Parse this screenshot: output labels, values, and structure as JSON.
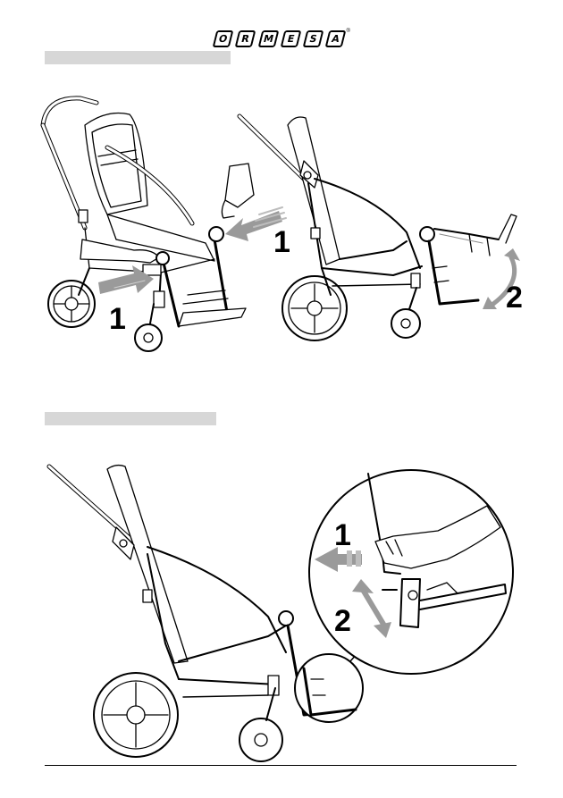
{
  "brand": {
    "letters": [
      "O",
      "R",
      "M",
      "E",
      "S",
      "A"
    ],
    "trademark": "®"
  },
  "figure_top": {
    "left_step": "1",
    "left_step_lower": "1",
    "right_step": "2"
  },
  "figure_bottom": {
    "detail_step_1": "1",
    "detail_step_2": "2"
  },
  "colors": {
    "section_bar": "#d7d7d7",
    "arrow_fill": "#9a9a9a",
    "line": "#000000"
  }
}
